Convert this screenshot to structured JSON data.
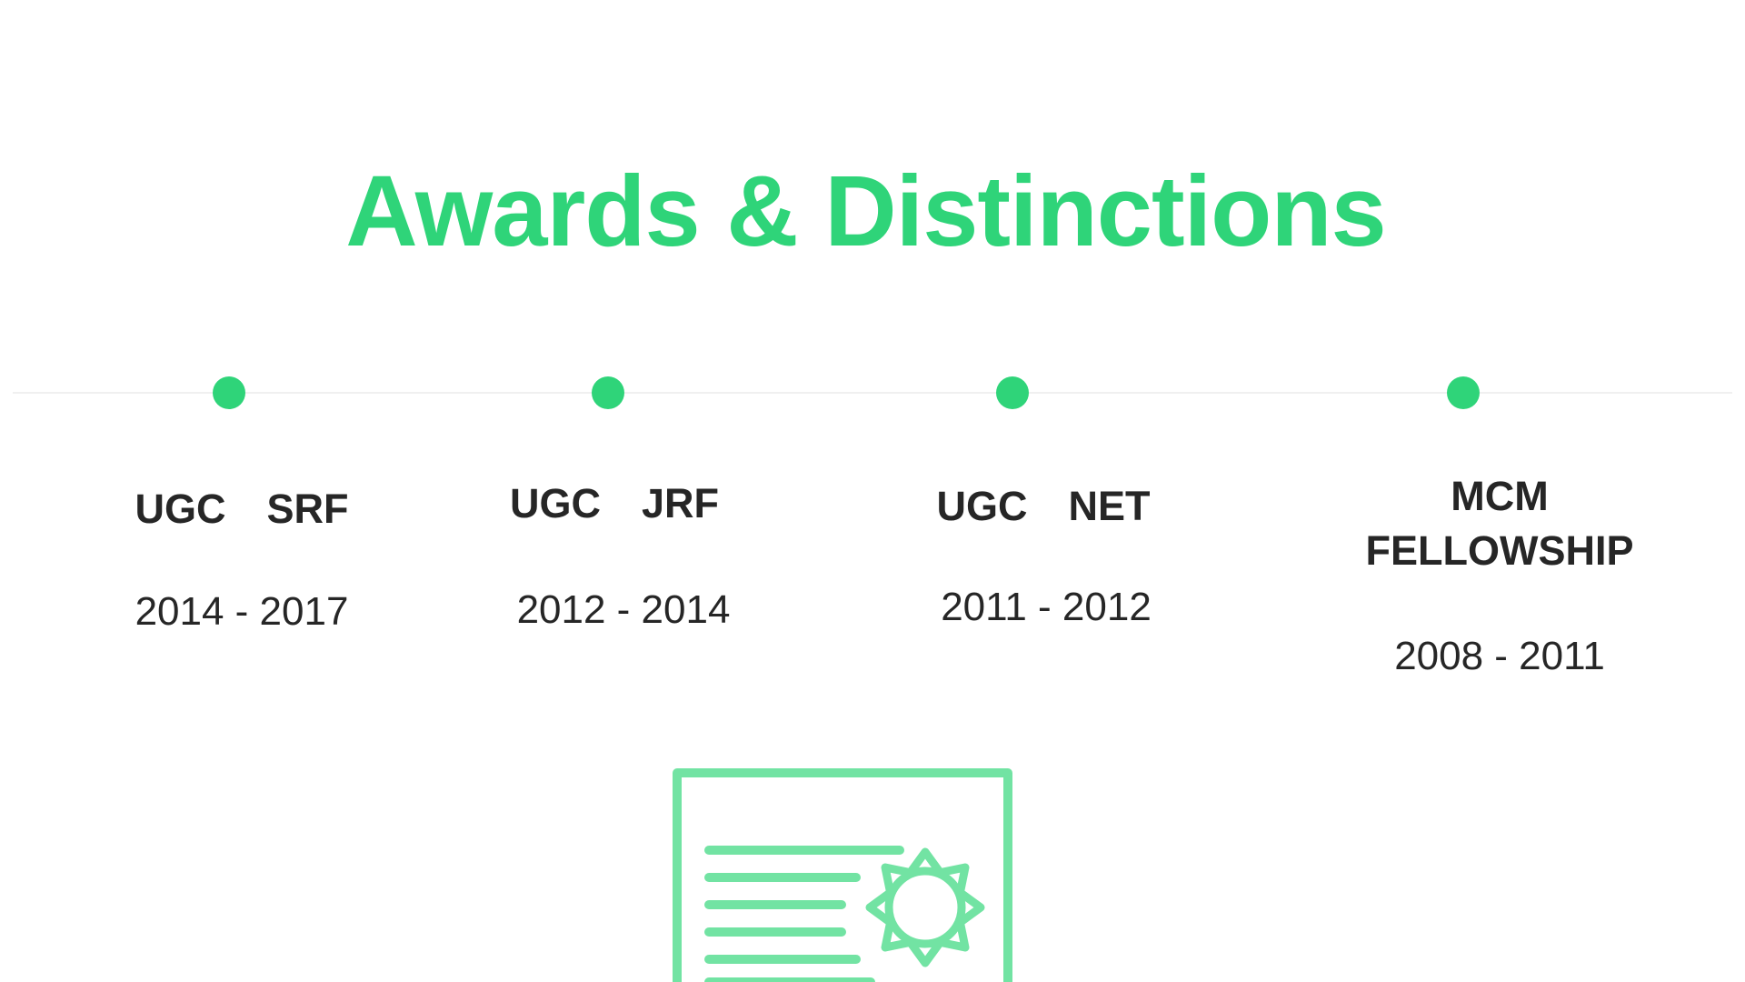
{
  "slide": {
    "title": "Awards & Distinctions",
    "accent_color": "#2fd479",
    "icon_color": "#72e3a3",
    "text_color": "#262626"
  },
  "awards": [
    {
      "name": "UGC  SRF",
      "years": "2014 - 2017"
    },
    {
      "name": "UGC  JRF",
      "years": "2012 - 2014"
    },
    {
      "name": "UGC  NET",
      "years": "2011 - 2012"
    },
    {
      "name": "MCM\nFELLOWSHIP",
      "years": "2008 - 2011"
    }
  ],
  "illustration": {
    "icon": "certificate-icon"
  }
}
